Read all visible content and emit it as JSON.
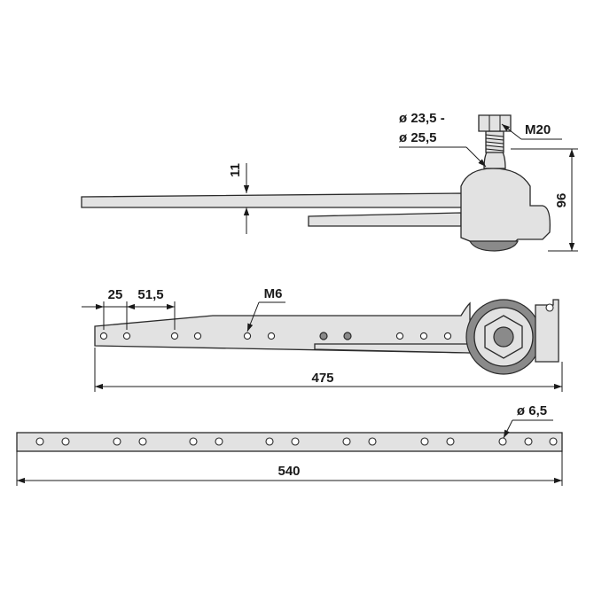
{
  "labels": {
    "ball_diameter_range_a": "ø 23,5 -",
    "ball_diameter_range_b": "ø 25,5",
    "thread": "M20",
    "height": "96",
    "thickness": "11",
    "pitch_first": "25",
    "pitch": "51,5",
    "hole_thread": "M6",
    "arm_length": "475",
    "hole_diameter": "ø 6,5",
    "bar_length": "540"
  }
}
